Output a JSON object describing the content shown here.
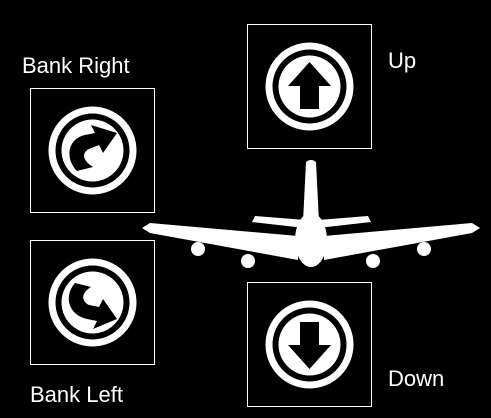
{
  "labels": {
    "bank_right": "Bank Right",
    "bank_left": "Bank Left",
    "up": "Up",
    "down": "Down"
  },
  "icons": {
    "bank_right": "curved-arrow-up-right-icon",
    "bank_left": "curved-arrow-down-right-icon",
    "up": "arrow-up-icon",
    "down": "arrow-down-icon",
    "center": "airplane-icon"
  },
  "colors": {
    "background": "#000000",
    "foreground": "#ffffff"
  }
}
